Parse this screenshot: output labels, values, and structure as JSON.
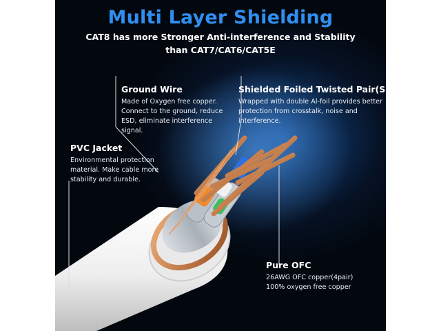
{
  "title": "Multi Layer Shielding",
  "subtitle_lines": [
    "CAT8 has more Stronger Anti-interference and Stability",
    "than CAT7/CAT6/CAT5E"
  ],
  "callouts": {
    "ground_wire": {
      "heading": "Ground Wire",
      "lines": [
        "Made of Oxygen free copper.",
        "Connect to the ground, reduce",
        "ESD, eliminate interference",
        "signal."
      ]
    },
    "sftp": {
      "heading": "Shielded Foiled Twisted Pair(SFTP)",
      "lines": [
        "Wrapped with double Al-foil provides better",
        "protection from crosstalk, noise and",
        "interference."
      ]
    },
    "pvc_jacket": {
      "heading": "PVC Jacket",
      "lines": [
        "Environmental protection",
        "material. Make cable more",
        "stability and durable."
      ]
    },
    "pure_ofc": {
      "heading": "Pure OFC",
      "lines": [
        "26AWG OFC copper(4pair)",
        "100% oxygen free copper"
      ]
    }
  },
  "colors": {
    "title": "#2f8ff0",
    "background": "#061225",
    "jacket": "#f2f2f2",
    "copper": "#c8763e",
    "pair_orange": "#f08a2a",
    "pair_blue": "#2f6fe0",
    "pair_green": "#3cc060",
    "pair_brown": "#8a5a2a"
  }
}
